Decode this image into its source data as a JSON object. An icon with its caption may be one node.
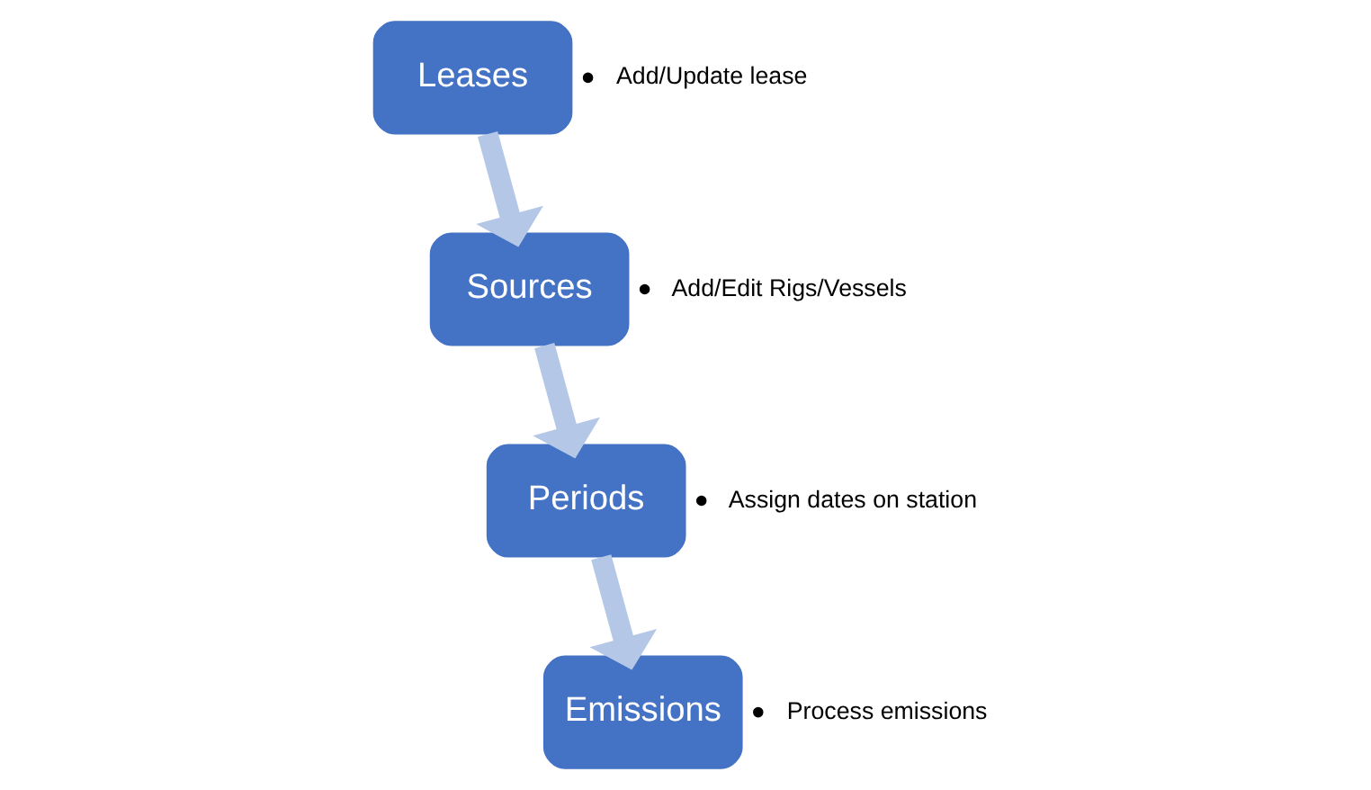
{
  "diagram": {
    "nodes": [
      {
        "text": [
          "Leases"
        ],
        "beside": [
          "Add/Update lease"
        ]
      },
      {
        "text": [
          "Sources"
        ],
        "beside": [
          "Add/Edit Rigs/Vessels"
        ]
      },
      {
        "text": [
          "Periods"
        ],
        "beside": [
          "Assign dates on station"
        ]
      },
      {
        "text": [
          "Emissions"
        ],
        "beside": [
          "Process emissions"
        ]
      }
    ],
    "edges": [
      {
        "from": 0,
        "to": 1,
        "arrow": "to"
      },
      {
        "from": 1,
        "to": 2,
        "arrow": "to"
      },
      {
        "from": 2,
        "to": 3,
        "arrow": "to"
      }
    ]
  }
}
